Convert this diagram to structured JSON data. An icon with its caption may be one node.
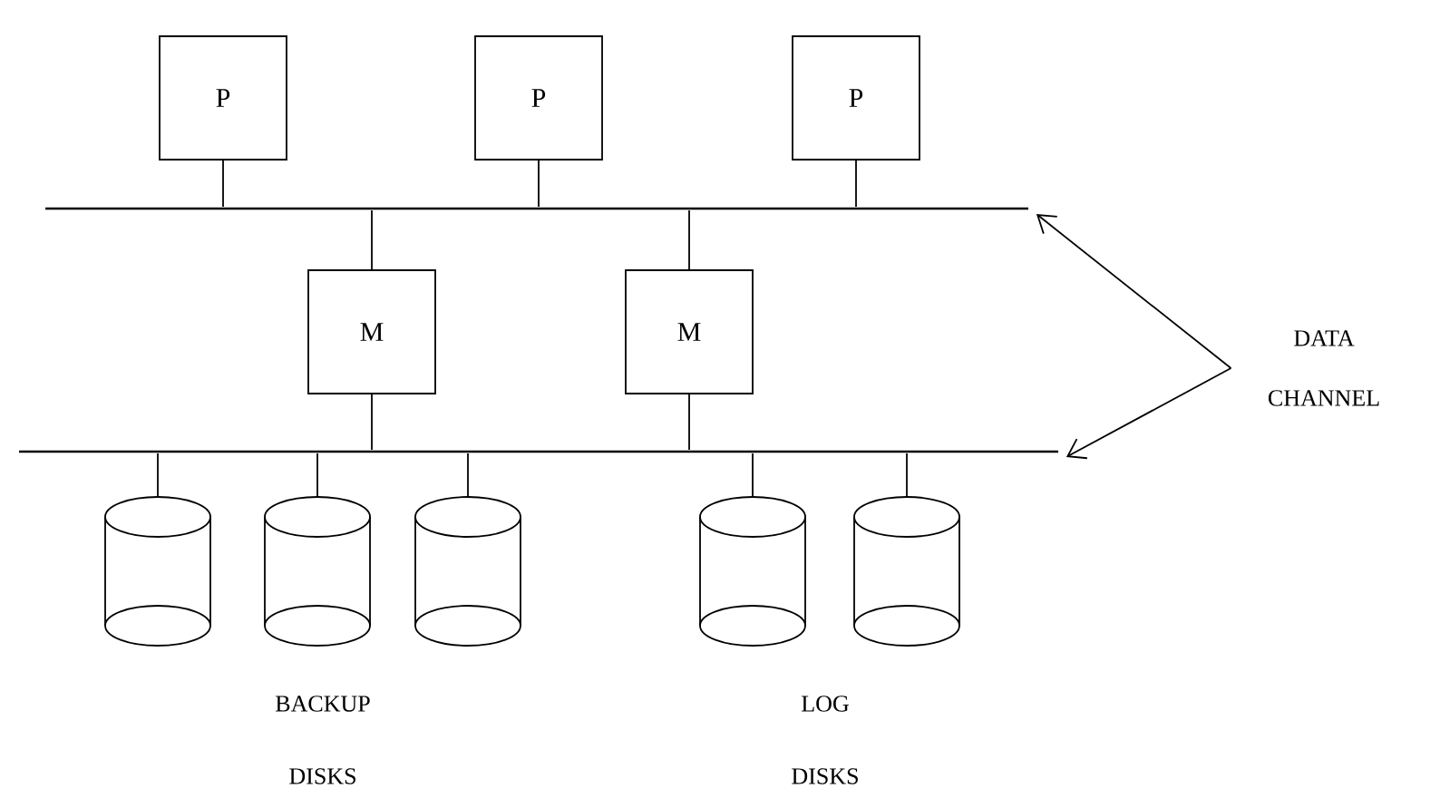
{
  "diagram": {
    "nodes": [
      {
        "text": [
          "P"
        ]
      },
      {
        "text": [
          "P"
        ]
      },
      {
        "text": [
          "P"
        ]
      },
      {
        "text": [],
        "shape": "bar"
      },
      {
        "text": [
          "M"
        ]
      },
      {
        "text": [
          "M"
        ]
      },
      {
        "text": [],
        "shape": "bar"
      },
      {
        "text": [],
        "shape": "cylinder"
      },
      {
        "text": [],
        "shape": "cylinder"
      },
      {
        "text": [],
        "shape": "cylinder"
      },
      {
        "text": [],
        "shape": "cylinder"
      },
      {
        "text": [],
        "shape": "cylinder"
      },
      {
        "text": [
          "DATA CHANNEL"
        ]
      }
    ],
    "edges": [
      {
        "from": 0,
        "to": 3,
        "arrow": "none"
      },
      {
        "from": 1,
        "to": 3,
        "arrow": "none"
      },
      {
        "from": 2,
        "to": 3,
        "arrow": "none"
      },
      {
        "from": 3,
        "to": 4,
        "arrow": "none"
      },
      {
        "from": 3,
        "to": 5,
        "arrow": "none"
      },
      {
        "from": 4,
        "to": 6,
        "arrow": "none"
      },
      {
        "from": 5,
        "to": 6,
        "arrow": "none"
      },
      {
        "from": 6,
        "to": 7,
        "arrow": "none"
      },
      {
        "from": 6,
        "to": 8,
        "arrow": "none"
      },
      {
        "from": 6,
        "to": 9,
        "arrow": "none"
      },
      {
        "from": 6,
        "to": 10,
        "arrow": "none"
      },
      {
        "from": 6,
        "to": 11,
        "arrow": "none"
      },
      {
        "from": 12,
        "to": 3,
        "arrow": "to"
      },
      {
        "from": 12,
        "to": 6,
        "arrow": "to"
      }
    ],
    "labels": [
      "BACKUP DISKS",
      "LOG DISKS"
    ]
  }
}
